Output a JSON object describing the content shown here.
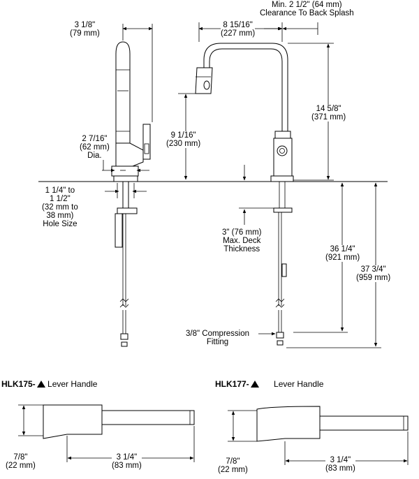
{
  "dimensions": {
    "d_3_1_8": [
      "3 1/8\"",
      "(79 mm)"
    ],
    "d_min_2_1_2": [
      "Min. 2 1/2\" (64 mm)",
      "Clearance To Back Splash"
    ],
    "d_8_15_16": [
      "8 15/16\"",
      "(227 mm)"
    ],
    "d_14_5_8": [
      "14 5/8\"",
      "(371 mm)"
    ],
    "d_9_1_16": [
      "9 1/16\"",
      "(230 mm)"
    ],
    "d_2_7_16": [
      "2 7/16\"",
      "(62 mm)",
      "Dia."
    ],
    "d_hole": [
      "1 1/4\" to",
      "1 1/2\"",
      "(32 mm to",
      "38 mm)",
      "Hole Size"
    ],
    "d_deck": [
      "3\" (76 mm)",
      "Max. Deck",
      "Thickness"
    ],
    "d_36_1_4": [
      "36 1/4\"",
      "(921 mm)"
    ],
    "d_37_3_4": [
      "37 3/4\"",
      "(959 mm)"
    ],
    "d_fitting": [
      "3/8\" Compression",
      "Fitting"
    ]
  },
  "handles": [
    {
      "model": "HLK175-",
      "type": "Lever Handle",
      "height": [
        "7/8\"",
        "(22 mm)"
      ],
      "length": [
        "3 1/4\"",
        "(83 mm)"
      ]
    },
    {
      "model": "HLK177-",
      "type": "Lever Handle",
      "height": [
        "7/8\"",
        "(22 mm)"
      ],
      "length": [
        "3 1/4\"",
        "(83 mm)"
      ]
    }
  ],
  "icons": {
    "triangle": "triangle-icon"
  }
}
